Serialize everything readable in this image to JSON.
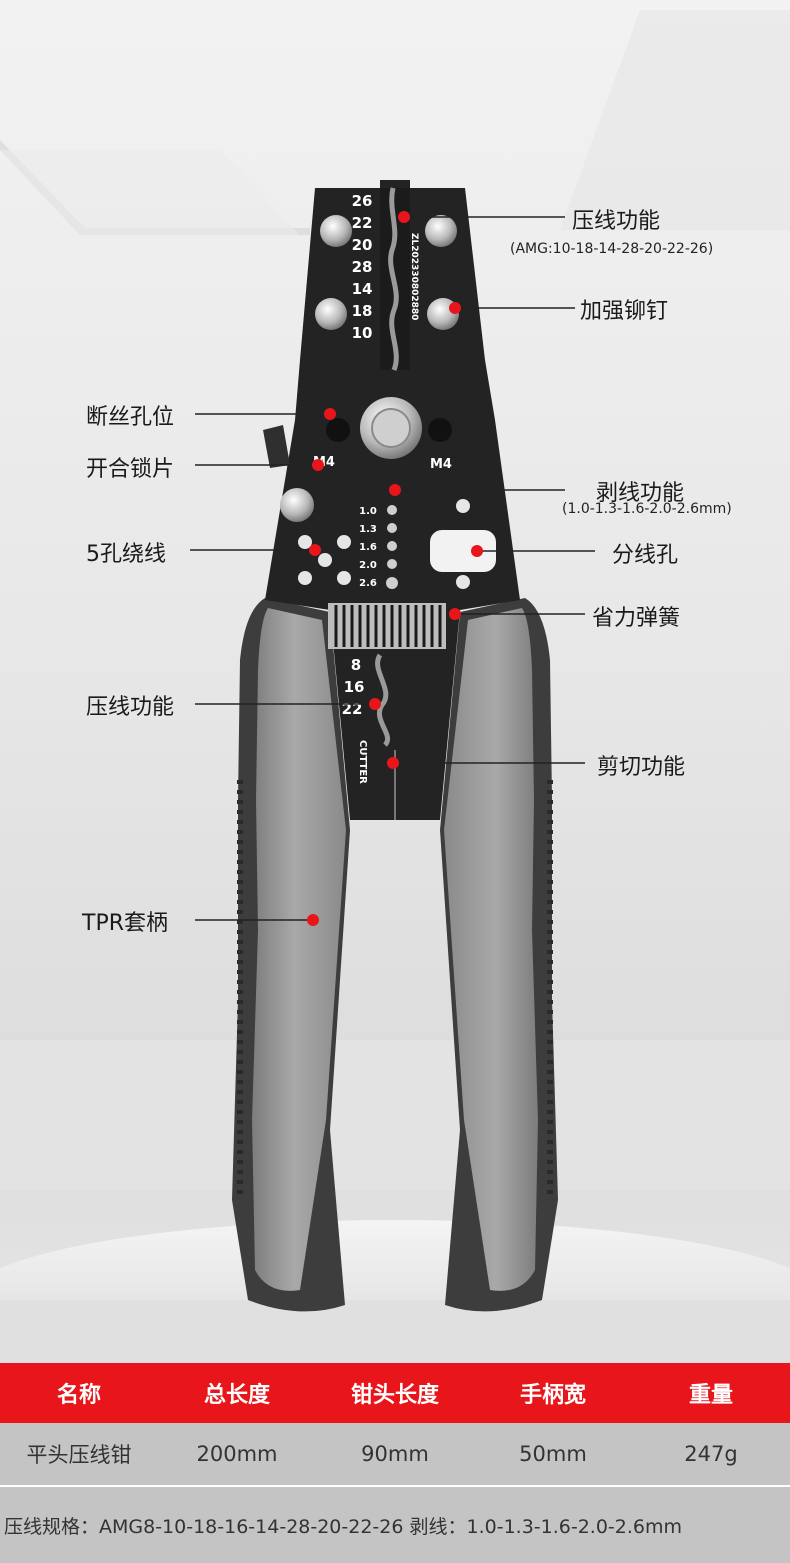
{
  "callouts": {
    "crimp_top": "压线功能",
    "crimp_top_spec": "(AMG:10-18-14-28-20-22-26)",
    "rivet": "加强铆钉",
    "bolt_cut": "断丝孔位",
    "lock": "开合锁片",
    "strip": "剥线功能",
    "strip_spec": "(1.0-1.3-1.6-2.0-2.6mm)",
    "loop": "5孔绕线",
    "splitter": "分线孔",
    "spring": "省力弹簧",
    "crimp_bottom": "压线功能",
    "cut": "剪切功能",
    "handle": "TPR套柄"
  },
  "tool_markings": {
    "crimp_sizes_top": [
      "26",
      "22",
      "20",
      "28",
      "14",
      "18",
      "10"
    ],
    "serial": "ZL202330802880",
    "bolt_left": "M4",
    "bolt_right": "M4",
    "strip_sizes": [
      "1.0",
      "1.3",
      "1.6",
      "2.0",
      "2.6"
    ],
    "crimp_sizes_bottom": [
      "8",
      "16",
      "22"
    ],
    "cutter": "CUTTER"
  },
  "spec_table": {
    "headers": [
      "名称",
      "总长度",
      "钳头长度",
      "手柄宽",
      "重量"
    ],
    "row": [
      "平头压线钳",
      "200mm",
      "90mm",
      "50mm",
      "247g"
    ],
    "footer": "压线规格：AMG8-10-18-16-14-28-20-22-26  剥线：1.0-1.3-1.6-2.0-2.6mm"
  },
  "colors": {
    "accent": "#e8161b",
    "table_bg": "#c4c4c4",
    "tool_body": "#232323",
    "handle_light": "#9a9a9a",
    "handle_dark": "#3c3c3c"
  }
}
